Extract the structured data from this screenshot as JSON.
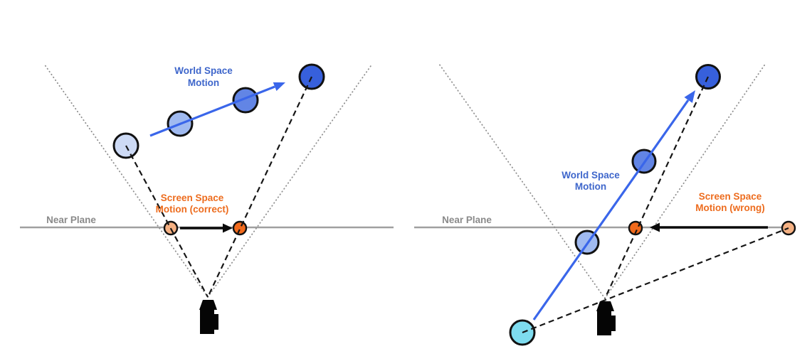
{
  "title": "World Space Motion vs Screen Space Motion projection diagram",
  "colors": {
    "world_motion_blue": "#3a66ea",
    "label_blue": "#3e66cb",
    "label_orange": "#ed6c1e",
    "near_plane_gray": "#a0a0a0",
    "frustum_dotted_gray": "#8f8f8f",
    "dashed_black": "#161616",
    "screen_arrow_black": "#0a0a0a",
    "circle_step0": "#cddaf5",
    "circle_step1": "#a0baf0",
    "circle_step2": "#6285e5",
    "circle_step3": "#3760dc",
    "circle_cyan": "#7edcef",
    "dot_orange_light": "#f5b183",
    "dot_orange_dark": "#f26a1c",
    "camera_black": "#050505"
  },
  "panels": [
    {
      "near_plane_label": "Near Plane",
      "world_label": [
        "World Space",
        "Motion"
      ],
      "screen_label": [
        "Screen Space",
        "Motion (correct)"
      ]
    },
    {
      "near_plane_label": "Near Plane",
      "world_label": [
        "World Space",
        "Motion"
      ],
      "screen_label": [
        "Screen Space",
        "Motion (wrong)"
      ]
    }
  ]
}
